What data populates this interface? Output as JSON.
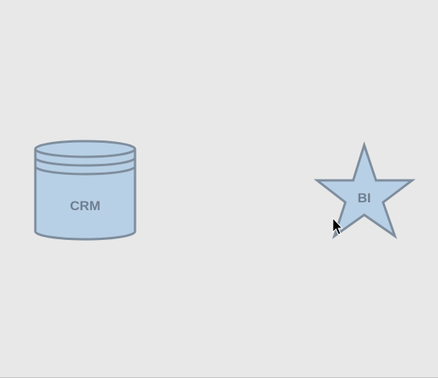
{
  "diagram": {
    "nodes": [
      {
        "id": "crm",
        "shape": "cylinder",
        "label": "CRM"
      },
      {
        "id": "bi",
        "shape": "star",
        "label": "BI"
      }
    ],
    "colors": {
      "background": "#e8e8e8",
      "shape_fill": "#b8d0e6",
      "shape_stroke": "#7f8e9e",
      "label_text": "#6f7f8f"
    },
    "cursor": {
      "icon": "mouse-pointer-icon"
    }
  }
}
